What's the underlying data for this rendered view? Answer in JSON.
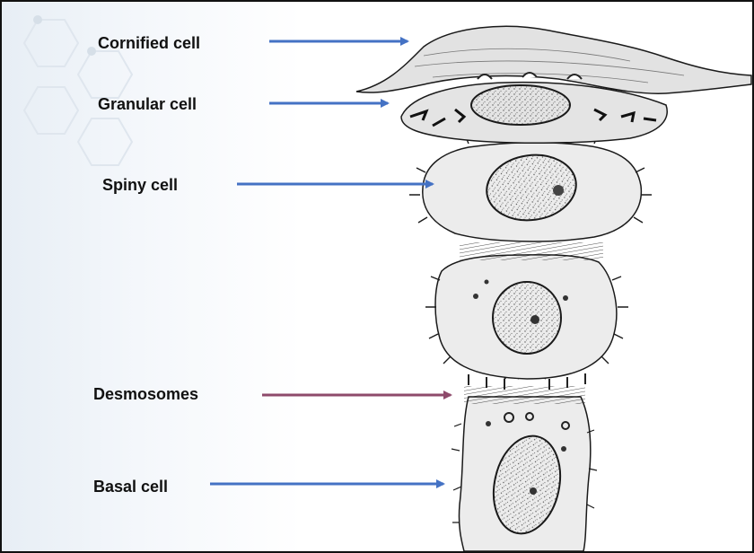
{
  "labels": {
    "cornified": "Cornified cell",
    "granular": "Granular cell",
    "spiny": "Spiny cell",
    "desmosomes": "Desmosomes",
    "basal": "Basal cell"
  },
  "colors": {
    "arrow_blue": "#4472c4",
    "arrow_purple": "#8e4a6b",
    "ink": "#1a1a1a",
    "cell_fill": "#ebebeb"
  }
}
